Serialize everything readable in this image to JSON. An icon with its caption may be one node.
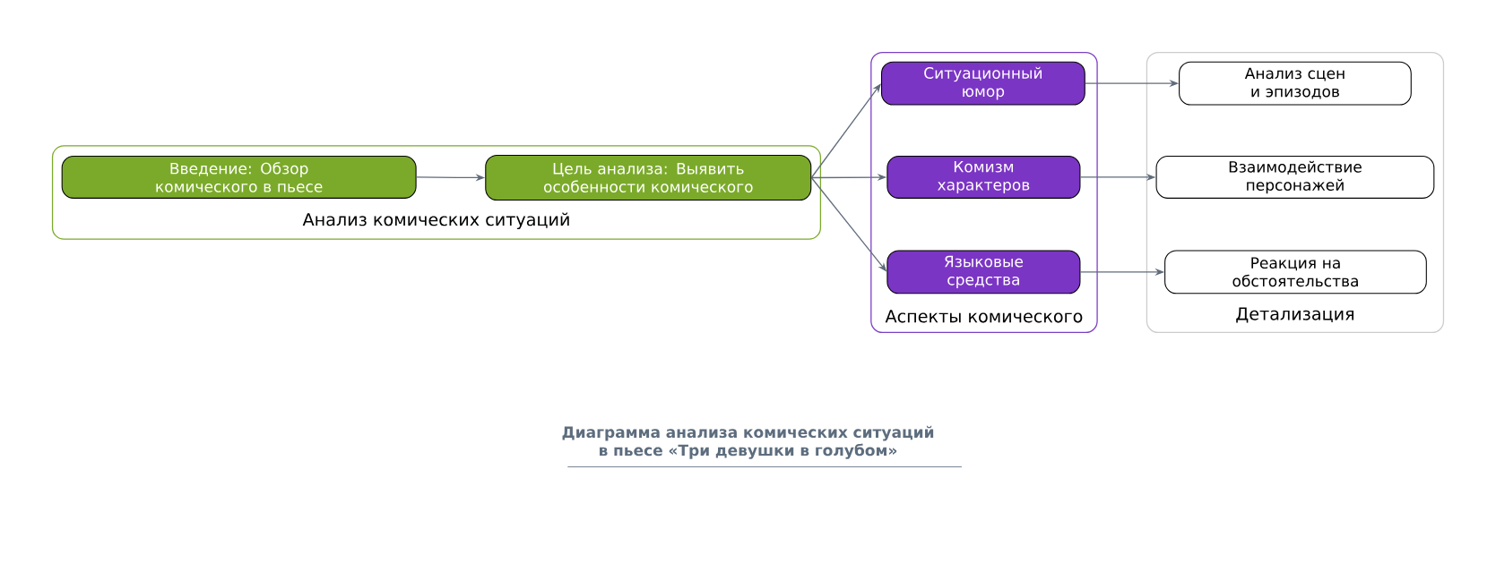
{
  "diagram": {
    "caption": "Диаграмма анализа комических ситуаций в пьесе «Три девушки в голубом»",
    "nodes": [
      {
        "text": [
          "Анализ комических ситуаций"
        ]
      },
      {
        "text": [
          "Введение: Обзор комического в пьесе"
        ],
        "in": 0
      },
      {
        "text": [
          "Цель анализа: Выявить особенности комического"
        ],
        "in": 0
      },
      {
        "text": [
          "Аспекты комического"
        ]
      },
      {
        "text": [
          "Ситуационный юмор"
        ],
        "in": 3
      },
      {
        "text": [
          "Комизм характеров"
        ],
        "in": 3
      },
      {
        "text": [
          "Языковые средства"
        ],
        "in": 3
      },
      {
        "text": [
          "Детализация"
        ]
      },
      {
        "text": [
          "Анализ сцен и эпизодов"
        ],
        "in": 7
      },
      {
        "text": [
          "Взаимодействие персонажей"
        ],
        "in": 7
      },
      {
        "text": [
          "Реакция на обстоятельства"
        ],
        "in": 7
      }
    ],
    "edges": [
      {
        "from": 1,
        "to": 2,
        "arrow": "to"
      },
      {
        "from": 2,
        "to": 4,
        "arrow": "to"
      },
      {
        "from": 2,
        "to": 5,
        "arrow": "to"
      },
      {
        "from": 2,
        "to": 6,
        "arrow": "to"
      },
      {
        "from": 4,
        "to": 8,
        "arrow": "to"
      },
      {
        "from": 5,
        "to": 9,
        "arrow": "to"
      },
      {
        "from": 6,
        "to": 10,
        "arrow": "to"
      }
    ]
  }
}
